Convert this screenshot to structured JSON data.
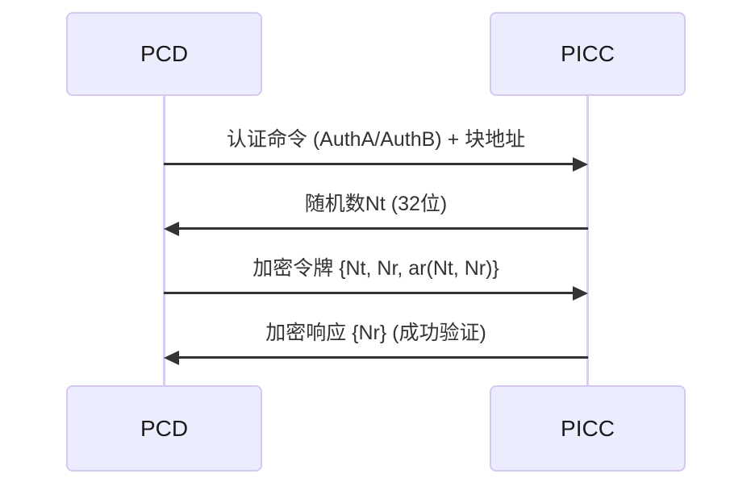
{
  "diagram": {
    "type": "sequence",
    "actors": [
      {
        "id": "PCD",
        "label": "PCD"
      },
      {
        "id": "PICC",
        "label": "PICC"
      }
    ],
    "messages": [
      {
        "from": "PCD",
        "to": "PICC",
        "direction": "right",
        "arrow": "solid-filled",
        "text": "认证命令 (AuthA/AuthB) + 块地址"
      },
      {
        "from": "PICC",
        "to": "PCD",
        "direction": "left",
        "arrow": "solid-filled",
        "text": "随机数Nt (32位)"
      },
      {
        "from": "PCD",
        "to": "PICC",
        "direction": "right",
        "arrow": "solid-filled",
        "text": "加密令牌 {Nt, Nr, ar(Nt, Nr)}"
      },
      {
        "from": "PICC",
        "to": "PCD",
        "direction": "left",
        "arrow": "solid-filled",
        "text": "加密响应 {Nr} (成功验证)"
      }
    ],
    "colors": {
      "background": "#ffffff",
      "actor_fill": "#ECECFF",
      "actor_border": "#D5C7EF",
      "lifeline": "#D8CCF2",
      "arrow": "#333333",
      "message_text": "#333333",
      "actor_text": "#1a1a1a"
    }
  }
}
